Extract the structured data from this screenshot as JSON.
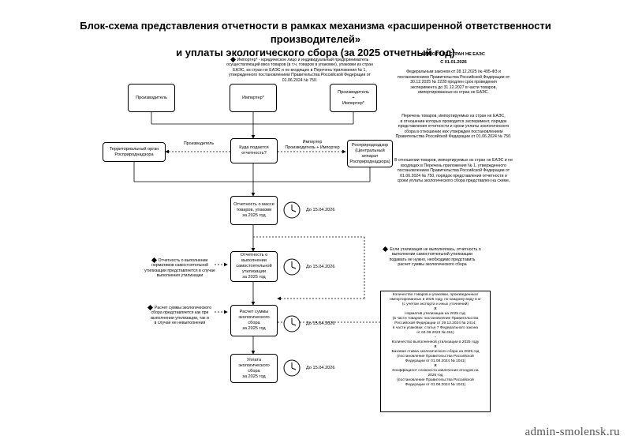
{
  "title": {
    "line1": "Блок-схема представления отчетности в рамках механизма «расширенной ответственности производителей»",
    "line2": "и уплаты экологического сбора (за 2025 отчетный год)"
  },
  "importer_note": "Импортер* - юридическое лицо и индивидуальный предприниматель осуществляющий ввоз товаров (в т.ч. товаров в упаковке), упаковки из стран ЕАЭС, из стран не ЕАЭС и не входящих в Перечень приложения № 1, утвержденного постановлением Правительства Российской Федерации от 01.06.2024 № 750.",
  "boxes": {
    "producer": "Производитель",
    "importer": "Импортер*",
    "producer_importer": "Производитель\n+\nИмпортер*",
    "decision": "Куда подается\nотчетность?",
    "territorial": "Территориальный орган\nРосприроднадзора",
    "central": "Росприроднадзор\n(Центральный\nаппарат\nРосприроднадзора)",
    "report_mass": "Отчетность о массе\nтоваров, упакови\nза 2025 год",
    "report_util": "Отчетность о\nвыполнении\nсамостоятельной\nутилизации\nза 2025 год",
    "calc_sum": "Расчет суммы\nэкологического\nсбора\nза 2025 год",
    "pay": "Уплата\nэкологического\nсбора\nза 2025 год"
  },
  "arrow_labels": {
    "to_territorial": "Производитель",
    "to_central": "Импортер\nПроизводитель + Импортер"
  },
  "deadlines": [
    "До 15.04.2026",
    "До 15.04.2026",
    "До 15.04.2026",
    "До 15.04.2026"
  ],
  "side_notes": {
    "util_report": "Отчетность о выполнении\nнормативов самостоятельной\nутилизации представляется в случае\nвыполнения утилизации",
    "calc_note": "Расчет суммы экологического\nсбора представляется как при\nвыполнении утилизации, так и\nв случае ее невыполнения",
    "no_util": "Если утилизация не выполнялась, отчетность о\nвыполнении самостоятельной утилизации\nподавать не нужно, необходимо представить\nрасчет суммы экологического сбора"
  },
  "right_column": {
    "heading": "ИМПОРТ ИЗ СТРАН НЕ ЕАЭС",
    "subheading": "С 01.01.2026",
    "p1": "Федеральным законом от 28.12.2025 № 495-ФЗ и\nпостановлением Правительства Российской Федерации от\n30.12.2025 № 2228 продлен срок проведения\nэксперимента до 31.12.2027 в части товаров,\nимпортированных из стран не ЕАЭС.",
    "p2": "Перечень товаров, импортируемых из стран не ЕАЭС,\nв отношении которых проводится эксперимент, порядок\nпредставления отчетности и сроки уплаты экологического\nсбора в отношении них утвержден постановлением\nПравительства Российской Федерации от 01.06.2024 № 750.",
    "p3": "В отношении товаров, импортируемых из стран не ЕАЭС и не\nвходящих в Перечень приложения № 1, утвержденного\nпостановлением Правительства Российской Федерации от\n01.06.2024 № 750, порядок представления отчетности и\nсроки уплаты экологического сбора представлен на схеме."
  },
  "formula": {
    "t1": "Количество товаров и упаковки, произведенных/\nимпортированных в 2025 году, по каждому виду в кг\n(с учетом экспорта и иных уточнений)",
    "op1": "X",
    "t2": "Норматив утилизации на 2025 год:\n(в части товаров: постановление Правительства\nРоссийской Федерации от 29.12.2024 № 2414;\nв части упаковки: статья 7 Федерального закона\nот 04.08.2023 № 451)",
    "op2": "-",
    "t3": "Количество выполненной утилизации в 2025 году",
    "op3": "X",
    "t4": "Базовая ставка экологического сбора на 2025 год\n(постановление Правительства Российской\nФедерации от 01.08.2024 № 1041)",
    "op4": "X",
    "t5": "Коэффициент сложности извлечения отходов на\n2025 год\n(постановление Правительства Российской\nФедерации от 01.08.2024 № 1041)"
  },
  "watermark": "admin-smolensk.ru"
}
